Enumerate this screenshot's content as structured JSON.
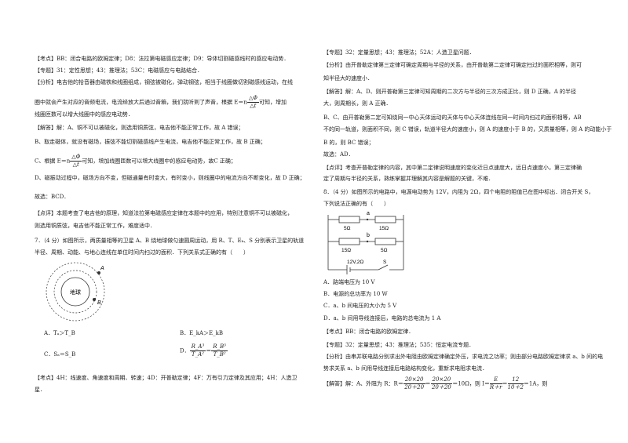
{
  "left": {
    "l1": "【考点】BB：闭合电路的欧姆定律；D8：法拉第电磁感应定律；D9：导体切割磁感线时的感应电动势．",
    "l2": "【专题】31：定性思想；43：推理法；53C：电磁感应与电路结合．",
    "l3": "【分析】电吉他的拾音器由磁铁和线圈组成，钢弦被磁化，弹动钢弦，相当于线圈做切割磁感线运动，在线",
    "l4a": "圈中就会产生对应的音频电流，电流经放大后通过音箱，我们就听到了声音，根据 E＝n",
    "l4f_num": "△Φ",
    "l4f_den": "△t",
    "l4b": "可知，增加",
    "l5": "线圈匝数可以增大线圈中的感应电动势．",
    "l6": "【解答】解：A、铜不可以被磁化，则选用铜质弦，电吉他不能正常工作，故 A 错误；",
    "l7": "B、取走磁体，就没有磁场，振弦不能切割磁感线产生电流，电吉他不能正常工作，故 B 正确；",
    "l8a": "C、根据 E＝n",
    "l8f_num": "△Φ",
    "l8f_den": "△t",
    "l8b": "可知，增加线圈匝数可以增大线圈中的感应电动势，故C 正确；",
    "l9": "D、磁振动过程中，磁场方向不变，但磁通量有时变大，有时变小，则线圈中的电流方向不断变化，故 D 正确；",
    "l10": "故选：BCD．",
    "l11": "【点评】本题考查了电吉他的原理，知道法拉第电磁感应定律在本题中的应用，特别注意铜不可以被磁化，",
    "l12": "则选用铜质弦，电吉他不能正常工作，难度适中．",
    "q7a": "7．（4 分）如图所示，两质量相等的卫星 A、B 绕地球做匀速圆周运动，用 R、T、Eₖ、S 分别表示卫星的轨道",
    "q7b": "半径、周期、动能、与地心连线在单位时间内扫过的面积．下列关系式正确的有（　　）",
    "earth_label": "地球",
    "sat_a": "A",
    "sat_b": "B",
    "optA": "A．Tₐ＞T_B",
    "optB": "B．E_kA＞E_kB",
    "optC": "C．Sₐ＝S_B",
    "optD_prefix": "D．",
    "optD_lnum": "R_A³",
    "optD_lden": "T_A²",
    "optD_eq": "＝",
    "optD_rnum": "R_B³",
    "optD_rden": "T_B²",
    "l13": "【考点】4H：线速度、角速度和周期、转速；4D：开普勒定律；4F：万有引力定律及其应用；4H：人造卫",
    "l14": "星．"
  },
  "right": {
    "r1": "【专题】32：定量思想；43：推理法；52A：人造卫星问题．",
    "r2": "【分析】由开普勒定律第三定律可确定周期与半径的关系，由开普勒第二定律可确定扫过的面积相等，则可",
    "r3": "知半径大的速度小．",
    "r4": "【解答】解：A、D、则开普勒第三定律可知周期的二次方与半径的三次方成正比，则 D 正确，A 的半径",
    "r5": "大，则周期长，则 A 正确．",
    "r6": "B、C、由开普勒第二定可知绕同一中心天体运动的天体与中心天体连线在同一时间内扫过的面积相等，AB",
    "r7": "不的同一轨道，则面积不同，则 C 错误，轨道半径大的速度小，则 A 的速度小于 B 的，又质量相等，则 A 的动能小于",
    "r8": "B 的，则 BC 错误；",
    "r9": "故选：AD．",
    "r10": "【点评】考查开普勒定律的内容，其中第二定律说明速度的变化近日点速度大，远日点速度小，第三定律确",
    "r11": "定了周期与半径的关系，熟练掌握并理解其内容是解题的关键，不难．",
    "q8a": "8．（4 分）如图所示的电路中，电源电动势为 12V，内阻为 2Ω，四个电阻的阻值已在图中标出．闭合开关 S，",
    "q8b": "下列说法正确的有（　　）",
    "circ_a": "a",
    "circ_b": "b",
    "circ_r1": "5Ω",
    "circ_r2": "15Ω",
    "circ_r3": "15Ω",
    "circ_r4": "5Ω",
    "circ_src": "12V,2Ω",
    "circ_s": "S",
    "optA": "A．路端电压为 10 V",
    "optB": "B．电源的总功率为 10 W",
    "optC": "C．a、b 间电压的大小为 5 V",
    "optD": "D．a、b 间用导线连接后，电路的总电流为 1 A",
    "r12": "【考点】BB：闭合电路的欧姆定律．",
    "r13": "【专题】32：定量思想；43：推理法；535：恒定电流专题．",
    "r14": "【分析】由串并联电路分别求出外电阻由欧姆定律确定外压，求电流之功率；则由部分电路欧姆定律求 a、b 间的电",
    "r15": "势求关系 a、b 间用导线连接后电路结构变化，重新求电阻求电流．",
    "r16a": "【解答】解：A、外阻为 R：R＝",
    "f1_num": "20×20",
    "f1_den": "20＋20",
    "eq1": "＝",
    "f2_num": "20×20",
    "f2_den": "20＋20",
    "r16b": "＝10Ω，则 I＝",
    "f3_num": "E",
    "f3_den": "R＋r",
    "eq2": "＝",
    "f4_num": "12",
    "f4_den": "10＋2",
    "r16c": "＝1A，则"
  }
}
